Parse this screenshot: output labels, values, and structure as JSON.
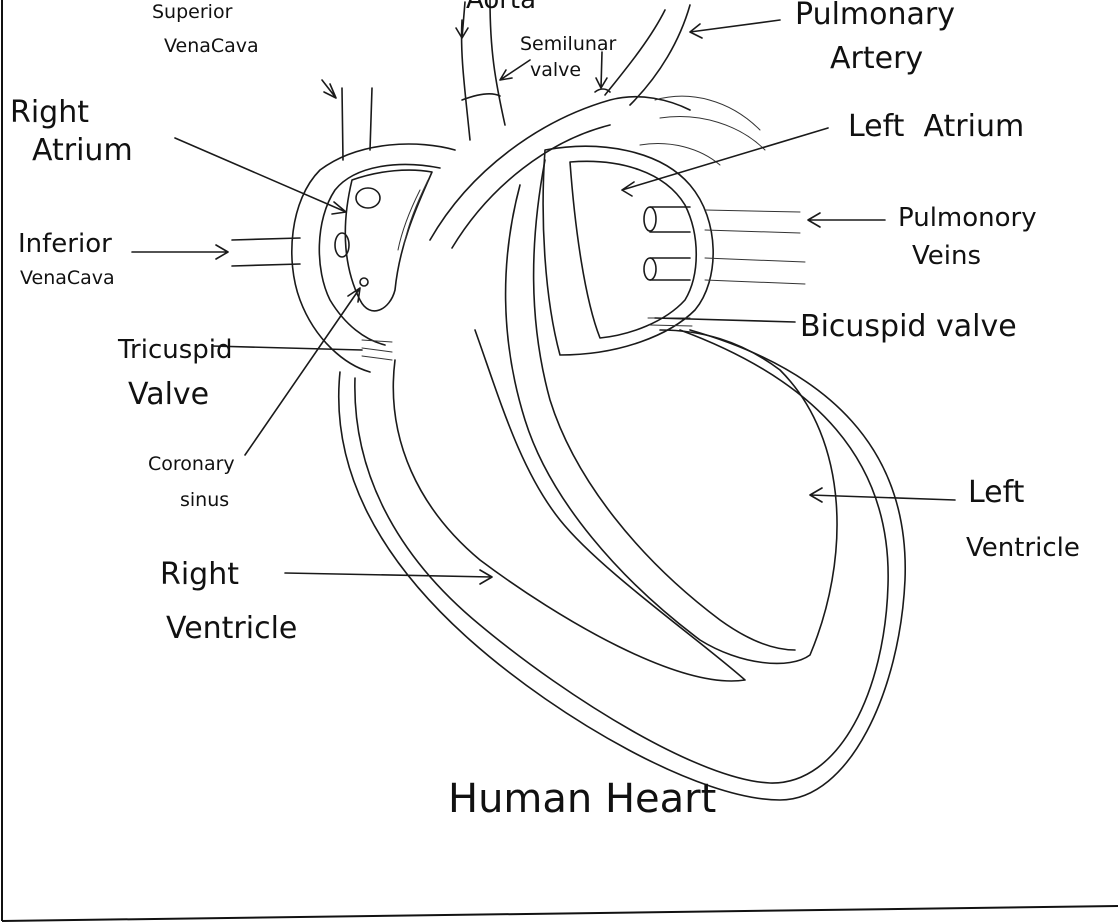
{
  "diagram": {
    "title": "Human Heart",
    "labels": {
      "superior_vena_cava_1": "Superior",
      "superior_vena_cava_2": "VenaCava",
      "aorta": "Aorta",
      "semilunar_valve_1": "Semilunar",
      "semilunar_valve_2": "valve",
      "pulmonary_artery_1": "Pulmonary",
      "pulmonary_artery_2": "Artery",
      "right_atrium_1": "Right",
      "right_atrium_2": "Atrium",
      "left_atrium": "Left  Atrium",
      "inferior_vena_cava_1": "Inferior",
      "inferior_vena_cava_2": "VenaCava",
      "pulmonary_veins_1": "Pulmonory",
      "pulmonary_veins_2": "Veins",
      "bicuspid_valve": "Bicuspid valve",
      "tricuspid_valve_1": "Tricuspid",
      "tricuspid_valve_2": "Valve",
      "coronary_sinus_1": "Coronary",
      "coronary_sinus_2": "sinus",
      "left_ventricle_1": "Left",
      "left_ventricle_2": "Ventricle",
      "right_ventricle_1": "Right",
      "right_ventricle_2": "Ventricle"
    }
  }
}
